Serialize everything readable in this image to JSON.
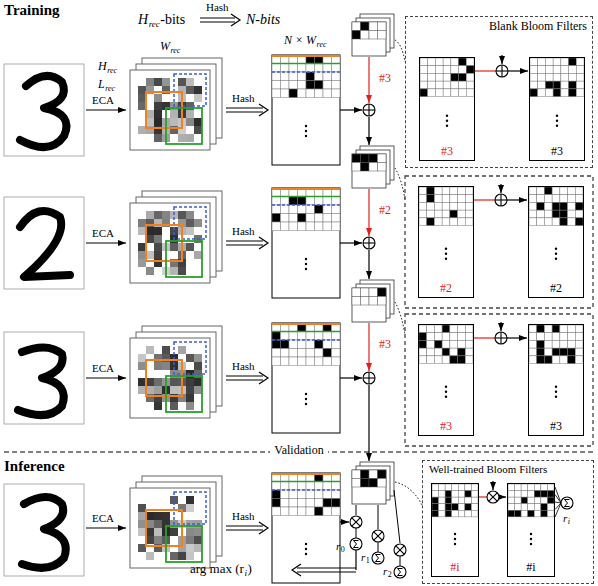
{
  "diagram": {
    "nodes": [
      {
        "text": [
          "Blank Bloom Filters"
        ]
      },
      {
        "text": [
          "#3"
        ],
        "in": 0
      },
      {
        "text": [
          "#3"
        ],
        "in": 0
      },
      {
        "text": [
          "#2"
        ]
      },
      {
        "text": [
          "#2"
        ]
      },
      {
        "text": [
          "#3"
        ]
      },
      {
        "text": [
          "#3"
        ]
      },
      {
        "text": [
          "Well-trained Bloom Filters"
        ]
      },
      {
        "text": [
          "#i"
        ],
        "in": 7
      },
      {
        "text": [
          "#i"
        ],
        "in": 7
      }
    ],
    "edges": [
      {
        "from": 1,
        "to": 2,
        "arrow": "to"
      },
      {
        "from": 3,
        "to": 4,
        "arrow": "to"
      },
      {
        "from": 5,
        "to": 6,
        "arrow": "to"
      },
      {
        "from": 8,
        "to": 9,
        "arrow": "to"
      }
    ],
    "labels": [
      "Training",
      "H",
      "rec",
      "-bits",
      "Hash",
      "N-bits",
      "N × W",
      "rec",
      "W",
      "rec",
      "H",
      "rec",
      "L",
      "rec",
      "ECA",
      "Hash",
      "#3",
      "ECA",
      "Hash",
      "#2",
      "ECA",
      "Hash",
      "#3",
      "Validation",
      "Inference",
      "ECA",
      "Hash",
      "r",
      "0",
      "r",
      "1",
      "r",
      "2",
      "r",
      "i",
      "arg max (r",
      "i",
      ")"
    ]
  }
}
